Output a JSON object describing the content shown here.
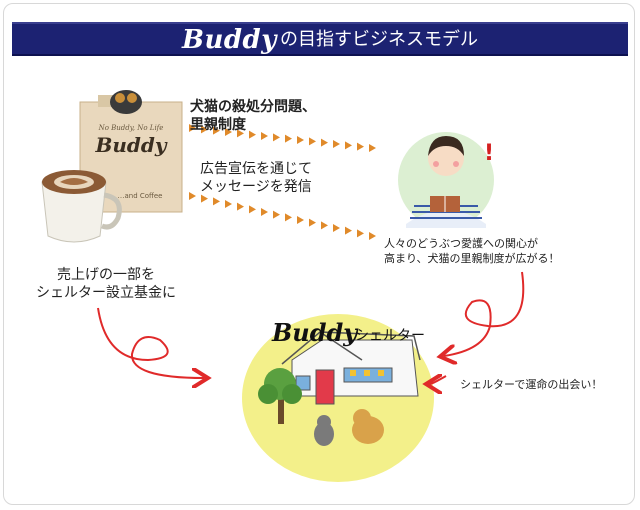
{
  "header": {
    "logo": "Buddy",
    "title": "の目指すビジネスモデル"
  },
  "product": {
    "bag_tagline": "No Buddy, No Life",
    "bag_logo": "Buddy",
    "bag_sub": "…and Coffee"
  },
  "flows": {
    "awareness": [
      "犬猫の殺処分問題、",
      "里親制度"
    ],
    "advertising": [
      "広告宣伝を通じて",
      "メッセージを発信"
    ],
    "interest": [
      "人々のどうぶつ愛護への関心が",
      "高まり、犬猫の里親制度が広がる！"
    ],
    "sales": [
      "売上げの一部を",
      "シェルター設立基金に"
    ],
    "encounter": "シェルターで運命の出会い！"
  },
  "shelter": {
    "logo": "Buddy",
    "label": "シェルター"
  },
  "colors": {
    "banner": "#1c2272",
    "arrow_red": "#e02a2a",
    "triangle_orange": "#e08a2a",
    "shelter_yellow": "#f3f08a",
    "person_green": "#dcefd2"
  }
}
